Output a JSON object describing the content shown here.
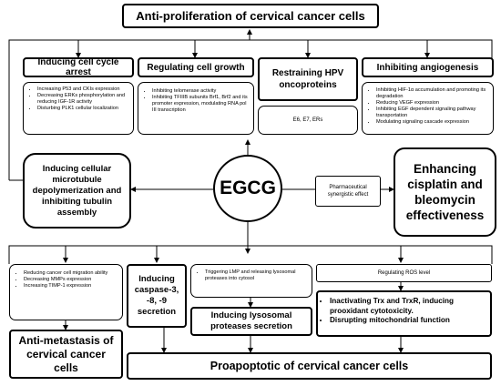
{
  "top_title": "Anti-proliferation of cervical cancer cells",
  "headers": {
    "cell_cycle": "Inducing cell cycle arrest",
    "cell_growth": "Regulating cell growth",
    "hpv": "Restraining HPV oncoproteins",
    "angiogenesis": "Inhibiting angiogenesis"
  },
  "lists": {
    "cell_cycle": [
      "Increasing P53 and CKIs expression",
      "Decreasing ERKs phosphorylation and reducing IGF-1R activity",
      "Disturbing PLK1 cellular localization"
    ],
    "cell_growth": [
      "Inhibiting telomerase activity",
      "Inhibiting TFIIIB subunits Brf1, Brf2 and its promoter expression, modulating RNA pol III transcription"
    ],
    "hpv": "E6, E7, ERs",
    "angiogenesis": [
      "Inhibiting HIF-1α accumulation and promoting its degradation",
      "Reducing VEGF expression",
      "Inhibiting EGF dependent signaling pathway transportation",
      "Modulating signaling cascade expression"
    ]
  },
  "center": "EGCG",
  "microtubule": "Inducing cellular microtubule depolymerization and inhibiting tubulin assembly",
  "pharma": "Pharmaceutical synergistic effect",
  "cisplatin": "Enhancing cisplatin and bleomycin effectiveness",
  "migration_list": [
    "Reducing cancer cell migration ability",
    "Decreasing MMPs expression",
    "Increasing TIMP-1 expression"
  ],
  "anti_metastasis": "Anti-metastasis of cervical cancer cells",
  "caspase": "Inducing caspase-3, -8, -9 secretion",
  "lmp": "Triggering LMP and releasing lysosomal proteases into cytosol",
  "lysosomal": "Inducing lysosomal proteases secretion",
  "ros": "Regulating ROS level",
  "trx_list": [
    "Inactivating Trx and TrxR, inducing prooxidant cytotoxicity.",
    "Disrupting mitochondrial function"
  ],
  "bottom_title": "Proapoptotic of cervical cancer cells"
}
